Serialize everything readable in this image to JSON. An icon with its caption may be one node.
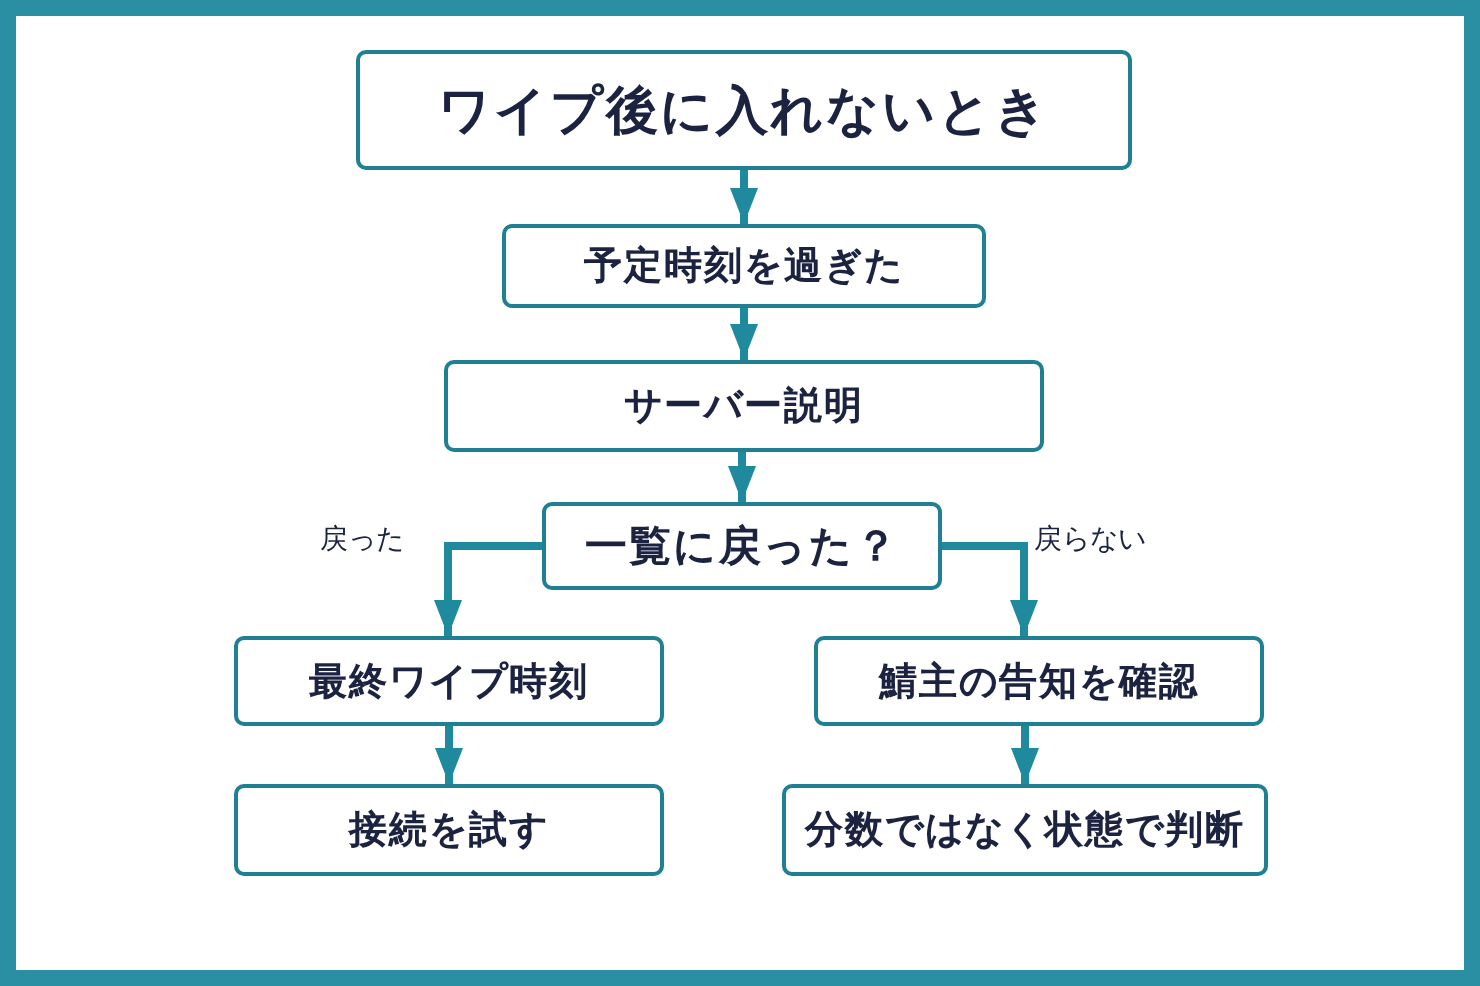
{
  "diagram": {
    "nodes": [
      {
        "text": [
          "ワイプ後に入れないとき"
        ]
      },
      {
        "text": [
          "予定時刻を過ぎた"
        ]
      },
      {
        "text": [
          "サーバー説明"
        ]
      },
      {
        "text": [
          "一覧に戻った？"
        ]
      },
      {
        "text": [
          "最終ワイプ時刻"
        ]
      },
      {
        "text": [
          "鯖主の告知を確認"
        ]
      },
      {
        "text": [
          "接続を試す"
        ]
      },
      {
        "text": [
          "分数ではなく状態で判断"
        ]
      }
    ],
    "edges": [
      {
        "from": 0,
        "to": 1,
        "arrow": "to"
      },
      {
        "from": 1,
        "to": 2,
        "arrow": "to"
      },
      {
        "from": 2,
        "to": 3,
        "arrow": "to"
      },
      {
        "from": 3,
        "to": 4,
        "arrow": "to",
        "label": "戻った"
      },
      {
        "from": 3,
        "to": 5,
        "arrow": "to",
        "label": "戻らない"
      },
      {
        "from": 4,
        "to": 6,
        "arrow": "to"
      },
      {
        "from": 5,
        "to": 7,
        "arrow": "to"
      }
    ]
  }
}
